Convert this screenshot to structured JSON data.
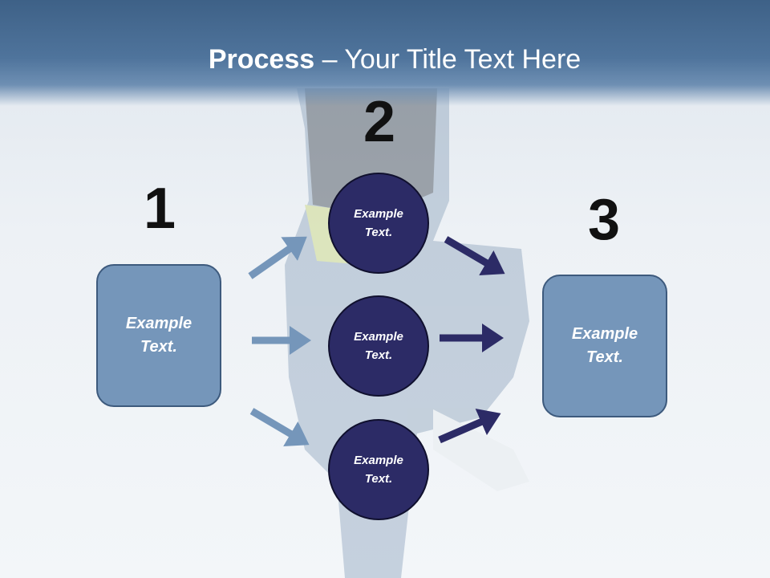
{
  "title": {
    "bold": "Process",
    "rest": " – Your Title Text Here"
  },
  "steps": [
    {
      "number": "1",
      "label": "Example Text."
    },
    {
      "number": "2",
      "label_top": "Example Text.",
      "label_mid": "Example Text.",
      "label_bottom": "Example Text."
    },
    {
      "number": "3",
      "label": "Example Text."
    }
  ],
  "colors": {
    "header": "#4f749c",
    "box_fill": "#7596ba",
    "circle_fill": "#2c2b66",
    "arrow_light": "#7596ba",
    "arrow_dark": "#2c2b66"
  }
}
